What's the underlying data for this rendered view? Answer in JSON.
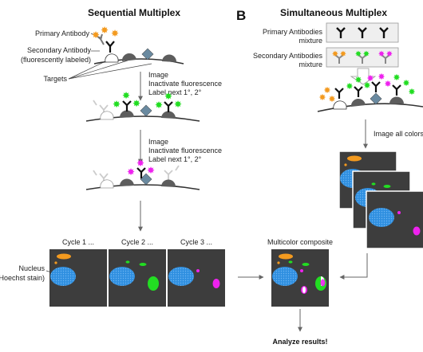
{
  "panel_a": {
    "title": "Sequential Multiplex",
    "label_primary": "Primary Antibody",
    "label_secondary_line1": "Secondary Antibody",
    "label_secondary_line2": "(fluorescently labeled)",
    "label_targets": "Targets",
    "step1": [
      "Image",
      "Inactivate fluorescence",
      "Label next 1°, 2°"
    ],
    "step2": [
      "Image",
      "Inactivate fluorescence",
      "Label next 1°, 2°"
    ],
    "cycles": [
      "Cycle 1 ...",
      "Cycle 2 ...",
      "Cycle 3 ..."
    ],
    "nucleus_line1": "Nucleus",
    "nucleus_line2": "(Hoechst stain)"
  },
  "panel_b": {
    "letter": "B",
    "title": "Simultaneous Multiplex",
    "primary_mix_line1": "Primary Antibodies",
    "primary_mix_line2": "mixture",
    "secondary_mix_line1": "Secondary Antibodies",
    "secondary_mix_line2": "mixture",
    "image_all": "Image all colors",
    "composite": "Multicolor composite",
    "analyze": "Analyze results!"
  },
  "colors": {
    "orange": "#f39a1f",
    "green": "#22dd22",
    "magenta": "#ee22ee",
    "nucleus": "#2f8fe0",
    "tile": "#3d3d3d",
    "target_gray": "#5d5d5d",
    "diamond": "#6a8aa0",
    "faded": "#cfcfcf"
  }
}
